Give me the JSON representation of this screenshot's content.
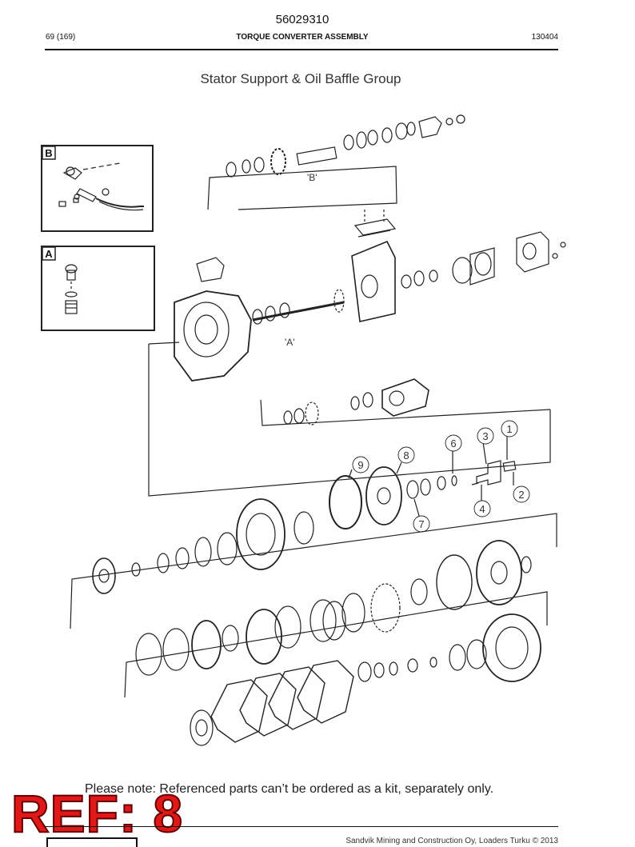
{
  "header": {
    "doc_number": "56029310",
    "page": "69 (169)",
    "section_title": "TORQUE CONVERTER ASSEMBLY",
    "date_code": "130404"
  },
  "diagram": {
    "title": "Stator Support & Oil Baffle Group",
    "inset_b_label": "B",
    "inset_a_label": "A",
    "ref_b_label": "'B'",
    "ref_a_label": "'A'",
    "callouts": [
      "1",
      "2",
      "3",
      "4",
      "6",
      "7",
      "8",
      "9"
    ]
  },
  "note": "Please note: Referenced parts can’t be ordered as a kit, separately only.",
  "ref_label": "REF: 8",
  "footer": {
    "copyright": "Sandvik Mining and Construction Oy, Loaders Turku © 2013"
  }
}
